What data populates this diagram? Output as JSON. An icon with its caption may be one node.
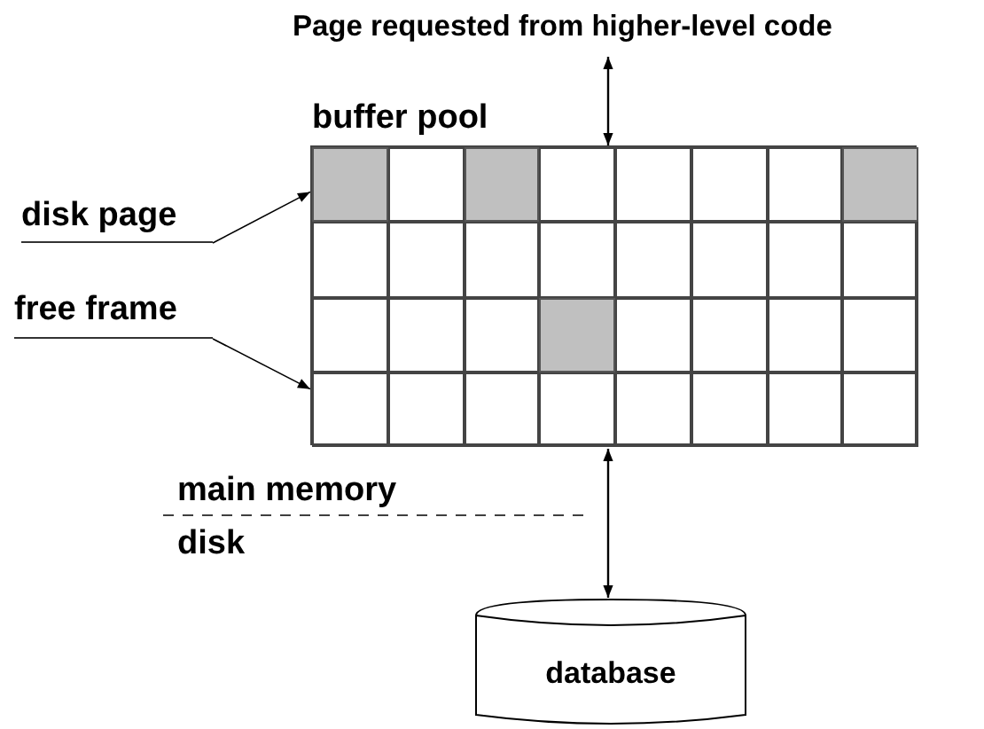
{
  "diagram": {
    "nodes": [
      {
        "text": [
          "Page requested from higher-level code"
        ]
      },
      {
        "text": [
          "buffer pool"
        ]
      },
      {
        "text": [],
        "shape": "box",
        "in": 1
      },
      {
        "text": [],
        "shape": "box",
        "in": 1
      },
      {
        "text": [],
        "shape": "box",
        "in": 1
      },
      {
        "text": [],
        "shape": "box",
        "in": 1
      },
      {
        "text": [],
        "shape": "box",
        "in": 1
      },
      {
        "text": [],
        "shape": "box",
        "in": 1
      },
      {
        "text": [],
        "shape": "box",
        "in": 1
      },
      {
        "text": [],
        "shape": "box",
        "in": 1
      },
      {
        "text": [],
        "shape": "box",
        "in": 1
      },
      {
        "text": [],
        "shape": "box",
        "in": 1
      },
      {
        "text": [],
        "shape": "box",
        "in": 1
      },
      {
        "text": [],
        "shape": "box",
        "in": 1
      },
      {
        "text": [],
        "shape": "box",
        "in": 1
      },
      {
        "text": [],
        "shape": "box",
        "in": 1
      },
      {
        "text": [],
        "shape": "box",
        "in": 1
      },
      {
        "text": [],
        "shape": "box",
        "in": 1
      },
      {
        "text": [],
        "shape": "box",
        "in": 1
      },
      {
        "text": [],
        "shape": "box",
        "in": 1
      },
      {
        "text": [],
        "shape": "box",
        "in": 1
      },
      {
        "text": [],
        "shape": "box",
        "in": 1
      },
      {
        "text": [],
        "shape": "box",
        "in": 1
      },
      {
        "text": [],
        "shape": "box",
        "in": 1
      },
      {
        "text": [],
        "shape": "box",
        "in": 1
      },
      {
        "text": [],
        "shape": "box",
        "in": 1
      },
      {
        "text": [],
        "shape": "box",
        "in": 1
      },
      {
        "text": [],
        "shape": "box",
        "in": 1
      },
      {
        "text": [],
        "shape": "box",
        "in": 1
      },
      {
        "text": [],
        "shape": "box",
        "in": 1
      },
      {
        "text": [],
        "shape": "box",
        "in": 1
      },
      {
        "text": [],
        "shape": "box",
        "in": 1
      },
      {
        "text": [],
        "shape": "box",
        "in": 1
      },
      {
        "text": [],
        "shape": "box",
        "in": 1
      },
      {
        "text": [
          "disk page"
        ]
      },
      {
        "text": [
          "free frame"
        ]
      },
      {
        "text": [
          "database"
        ]
      }
    ],
    "edges": [
      {
        "from": 0,
        "to": 1,
        "arrow": "both"
      },
      {
        "from": 1,
        "to": 36,
        "arrow": "both"
      },
      {
        "from": 34,
        "to": 2,
        "arrow": "to"
      },
      {
        "from": 35,
        "to": 26,
        "arrow": "to"
      }
    ],
    "labels": [
      "main memory",
      "disk"
    ]
  }
}
